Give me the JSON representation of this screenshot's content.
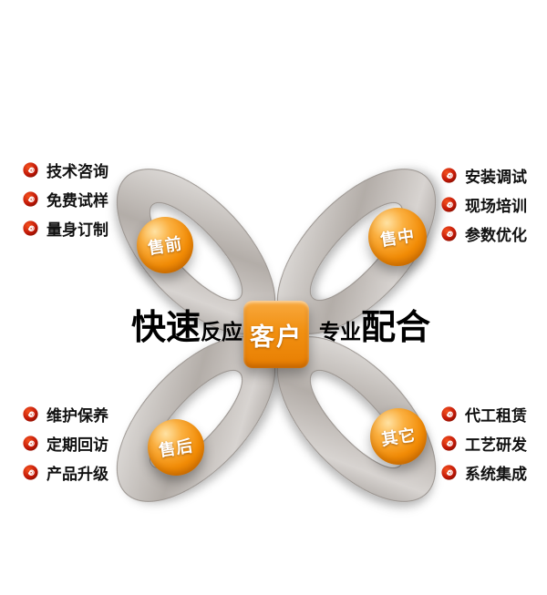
{
  "center_label": "客户",
  "slogan": {
    "fast": "快速",
    "response": "反应",
    "professional": "专业",
    "cooperation": "配合"
  },
  "nodes": {
    "pre_sale": "售前",
    "mid_sale": "售中",
    "after_sale": "售后",
    "other": "其它"
  },
  "lists": {
    "pre_sale_items": [
      "技术咨询",
      "免费试样",
      "量身订制"
    ],
    "mid_sale_items": [
      "安装调试",
      "现场培训",
      "参数优化"
    ],
    "after_sale_items": [
      "维护保养",
      "定期回访",
      "产品升级"
    ],
    "other_items": [
      "代工租赁",
      "工艺研发",
      "系统集成"
    ]
  },
  "colors": {
    "orange": "#f28c06",
    "ribbon_gray": "#c9c4c0",
    "icon_red": "#c21807",
    "text_black": "#111111"
  }
}
